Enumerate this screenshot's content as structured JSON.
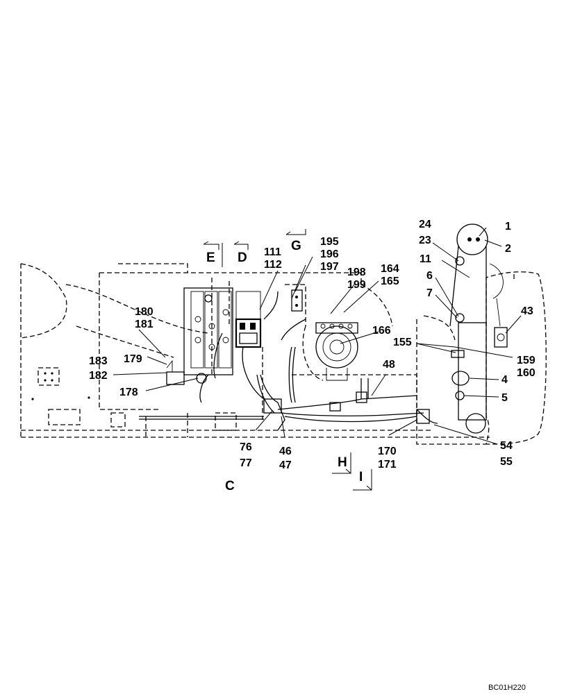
{
  "callouts": {
    "c1": "1",
    "c2": "2",
    "c24": "24",
    "c23": "23",
    "c11": "11",
    "c6": "6",
    "c7": "7",
    "c43": "43",
    "c155": "155",
    "c159": "159",
    "c160": "160",
    "c4": "4",
    "c5": "5",
    "c54": "54",
    "c55": "55",
    "c195": "195",
    "c196": "196",
    "c197": "197",
    "c164": "164",
    "c165": "165",
    "c198": "198",
    "c199": "199",
    "c166": "166",
    "c48": "48",
    "c111": "111",
    "c112": "112",
    "c180": "180",
    "c181": "181",
    "c179": "179",
    "c183": "183",
    "c182": "182",
    "c178": "178",
    "c76": "76",
    "c77": "77",
    "c46": "46",
    "c47": "47",
    "c170": "170",
    "c171": "171"
  },
  "views": {
    "E": "E",
    "D": "D",
    "G": "G",
    "H": "H",
    "I": "I",
    "C": "C"
  },
  "drawing_code": "BC01H220"
}
